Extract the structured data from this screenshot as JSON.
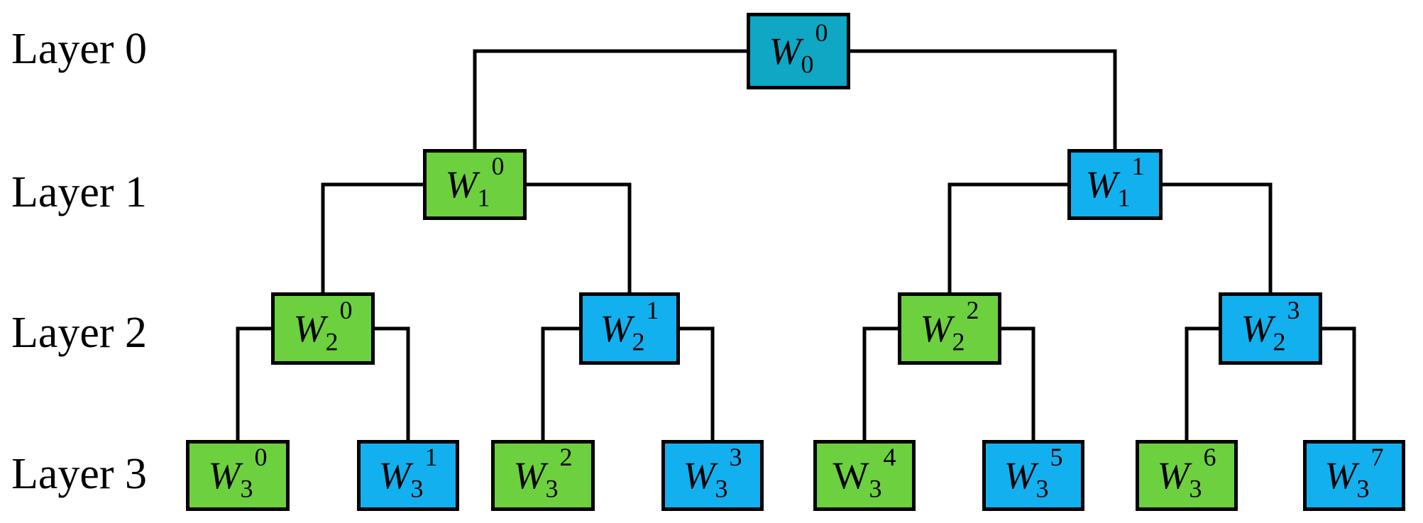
{
  "colors": {
    "green": "#6dd03f",
    "blue": "#12b0ef",
    "teal": "#10a7c4",
    "line": "#000000"
  },
  "layers": [
    {
      "label": "Layer 0"
    },
    {
      "label": "Layer 1"
    },
    {
      "label": "Layer 2"
    },
    {
      "label": "Layer 3"
    }
  ],
  "nodes": {
    "w0_0": {
      "base": "W",
      "sub": "0",
      "sup": "0",
      "color": "teal"
    },
    "w1_0": {
      "base": "W",
      "sub": "1",
      "sup": "0",
      "color": "green"
    },
    "w1_1": {
      "base": "W",
      "sub": "1",
      "sup": "1",
      "color": "blue"
    },
    "w2_0": {
      "base": "W",
      "sub": "2",
      "sup": "0",
      "color": "green"
    },
    "w2_1": {
      "base": "W",
      "sub": "2",
      "sup": "1",
      "color": "blue"
    },
    "w2_2": {
      "base": "W",
      "sub": "2",
      "sup": "2",
      "color": "green"
    },
    "w2_3": {
      "base": "W",
      "sub": "2",
      "sup": "3",
      "color": "blue"
    },
    "w3_0": {
      "base": "W",
      "sub": "3",
      "sup": "0",
      "color": "green"
    },
    "w3_1": {
      "base": "W",
      "sub": "3",
      "sup": "1",
      "color": "blue"
    },
    "w3_2": {
      "base": "W",
      "sub": "3",
      "sup": "2",
      "color": "green"
    },
    "w3_3": {
      "base": "W",
      "sub": "3",
      "sup": "3",
      "color": "blue"
    },
    "w3_4": {
      "base": "W",
      "sub": "3",
      "sup": "4",
      "color": "green"
    },
    "w3_5": {
      "base": "W",
      "sub": "3",
      "sup": "5",
      "color": "blue"
    },
    "w3_6": {
      "base": "W",
      "sub": "3",
      "sup": "6",
      "color": "green"
    },
    "w3_7": {
      "base": "W",
      "sub": "3",
      "sup": "7",
      "color": "blue"
    }
  },
  "edges": [
    [
      "w0_0",
      "w1_0"
    ],
    [
      "w0_0",
      "w1_1"
    ],
    [
      "w1_0",
      "w2_0"
    ],
    [
      "w1_0",
      "w2_1"
    ],
    [
      "w1_1",
      "w2_2"
    ],
    [
      "w1_1",
      "w2_3"
    ],
    [
      "w2_0",
      "w3_0"
    ],
    [
      "w2_0",
      "w3_1"
    ],
    [
      "w2_1",
      "w3_2"
    ],
    [
      "w2_1",
      "w3_3"
    ],
    [
      "w2_2",
      "w3_4"
    ],
    [
      "w2_2",
      "w3_5"
    ],
    [
      "w2_3",
      "w3_6"
    ],
    [
      "w2_3",
      "w3_7"
    ]
  ]
}
